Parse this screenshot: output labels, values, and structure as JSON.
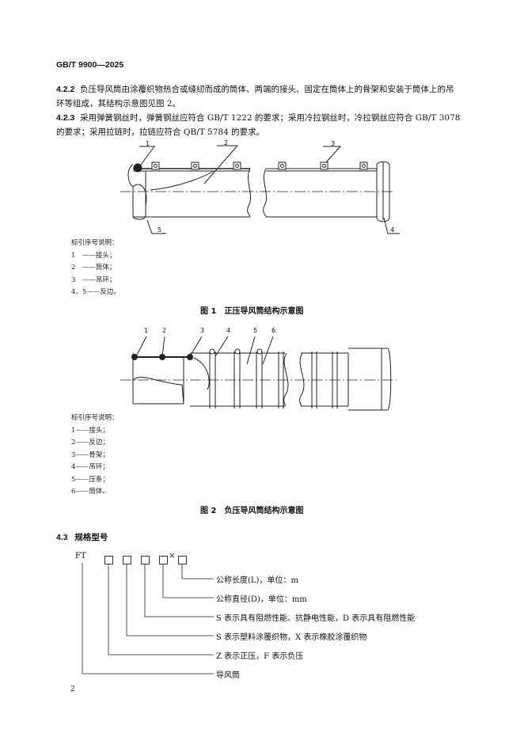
{
  "header": {
    "std_code": "GB/T 9900—2025"
  },
  "para_422": {
    "num": "4.2.2",
    "text": "负压导风筒由涂覆织物热合或缝纫而成的筒体、两端的接头、固定在筒体上的骨架和安装于筒体上的吊环等组成，其结构示意图见图 2。"
  },
  "para_423": {
    "num": "4.2.3",
    "text": "采用弹簧钢丝时，弹簧钢丝应符合 GB/T 1222 的要求；采用冷拉钢丝时，冷拉钢丝应符合 GB/T 3078 的要求；采用拉链时，拉链应符合 QB/T 5784 的要求。"
  },
  "fig1": {
    "callouts": [
      "1",
      "2",
      "3",
      "4",
      "5"
    ],
    "legend_title": "标引序号说明：",
    "legend": [
      "1　——接头；",
      "2　——筒体；",
      "3　——吊环；",
      "4、5——反边。"
    ],
    "caption": "图 1　正压导风筒结构示意图"
  },
  "fig2": {
    "callouts": [
      "1",
      "2",
      "3",
      "4",
      "5",
      "6"
    ],
    "legend_title": "标引序号说明：",
    "legend": [
      "1——接头；",
      "2——反边；",
      "3——骨架；",
      "4——吊环；",
      "5——压条；",
      "6——筒体。"
    ],
    "caption": "图 2　负压导风筒结构示意图"
  },
  "section_43": {
    "num": "4.3",
    "title": "规格型号"
  },
  "spec": {
    "prefix": "FT",
    "times": "×",
    "items": [
      "公称长度(L)，单位：m",
      "公称直径(D)，单位：mm",
      "S 表示具有阻燃性能、抗静电性能，D 表示具有阻燃性能",
      "S 表示塑料涂覆织物，X 表示橡胶涂覆织物",
      "Z 表示正压，F 表示负压",
      "导风筒"
    ]
  },
  "page_number": "2"
}
